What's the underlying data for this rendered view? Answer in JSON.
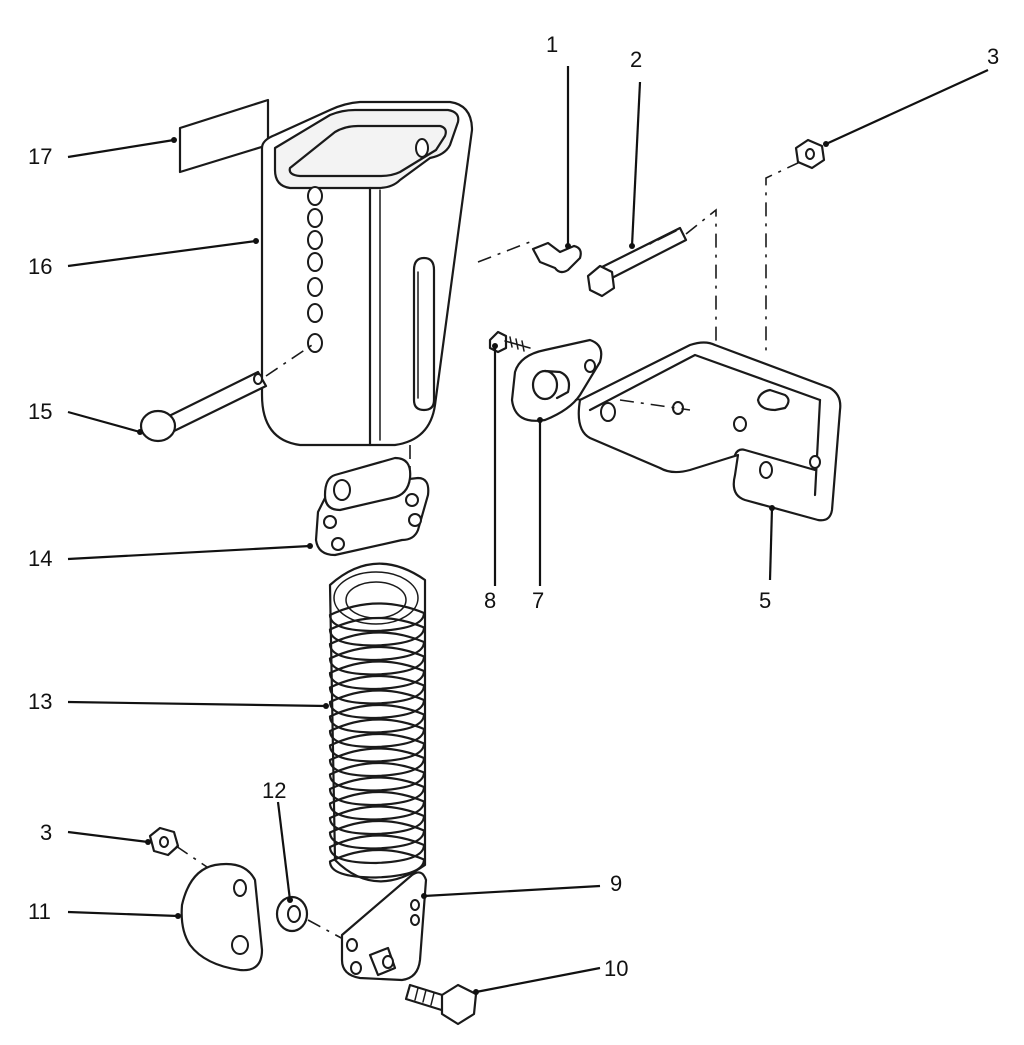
{
  "callouts": [
    {
      "id": "1",
      "label": "1"
    },
    {
      "id": "2",
      "label": "2"
    },
    {
      "id": "3a",
      "label": "3"
    },
    {
      "id": "3b",
      "label": "3"
    },
    {
      "id": "5",
      "label": "5"
    },
    {
      "id": "7",
      "label": "7"
    },
    {
      "id": "8",
      "label": "8"
    },
    {
      "id": "9",
      "label": "9"
    },
    {
      "id": "10",
      "label": "10"
    },
    {
      "id": "11",
      "label": "11"
    },
    {
      "id": "12",
      "label": "12"
    },
    {
      "id": "13",
      "label": "13"
    },
    {
      "id": "14",
      "label": "14"
    },
    {
      "id": "15",
      "label": "15"
    },
    {
      "id": "16",
      "label": "16"
    },
    {
      "id": "17",
      "label": "17"
    }
  ]
}
